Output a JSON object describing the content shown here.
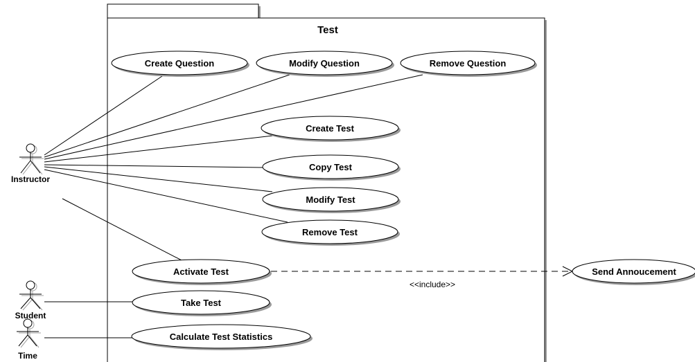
{
  "system": {
    "title": "Test"
  },
  "actors": [
    {
      "id": "instructor",
      "label": "Instructor"
    },
    {
      "id": "student",
      "label": "Student"
    },
    {
      "id": "time",
      "label": "Time"
    }
  ],
  "use_cases": [
    {
      "id": "create-question",
      "label": "Create Question"
    },
    {
      "id": "modify-question",
      "label": "Modify Question"
    },
    {
      "id": "remove-question",
      "label": "Remove Question"
    },
    {
      "id": "create-test",
      "label": "Create Test"
    },
    {
      "id": "copy-test",
      "label": "Copy Test"
    },
    {
      "id": "modify-test",
      "label": "Modify Test"
    },
    {
      "id": "remove-test",
      "label": "Remove Test"
    },
    {
      "id": "activate-test",
      "label": "Activate Test"
    },
    {
      "id": "take-test",
      "label": "Take Test"
    },
    {
      "id": "calculate-test-statistics",
      "label": "Calculate Test Statistics"
    },
    {
      "id": "send-annoucement",
      "label": "Send Annoucement"
    }
  ],
  "relationships": [
    {
      "from": "instructor",
      "to": "create-question",
      "type": "association"
    },
    {
      "from": "instructor",
      "to": "modify-question",
      "type": "association"
    },
    {
      "from": "instructor",
      "to": "remove-question",
      "type": "association"
    },
    {
      "from": "instructor",
      "to": "create-test",
      "type": "association"
    },
    {
      "from": "instructor",
      "to": "copy-test",
      "type": "association"
    },
    {
      "from": "instructor",
      "to": "modify-test",
      "type": "association"
    },
    {
      "from": "instructor",
      "to": "remove-test",
      "type": "association"
    },
    {
      "from": "instructor",
      "to": "activate-test",
      "type": "association"
    },
    {
      "from": "student",
      "to": "take-test",
      "type": "association"
    },
    {
      "from": "time",
      "to": "calculate-test-statistics",
      "type": "association"
    },
    {
      "from": "activate-test",
      "to": "send-annoucement",
      "type": "include",
      "label": "<<include>>"
    }
  ]
}
